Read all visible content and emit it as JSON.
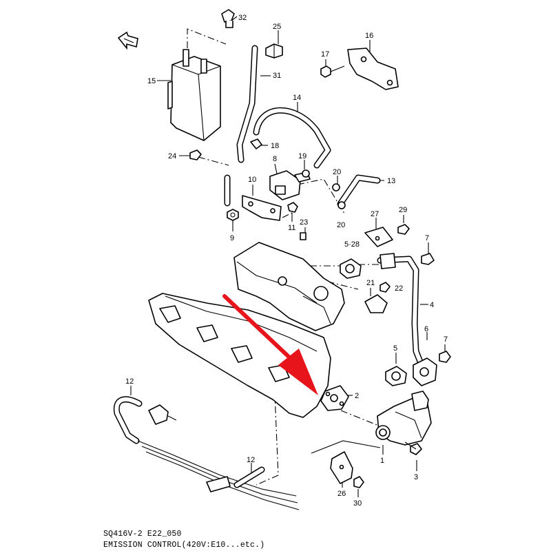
{
  "diagram": {
    "callouts": [
      "32",
      "25",
      "16",
      "17",
      "15",
      "31",
      "14",
      "18",
      "24",
      "8",
      "19",
      "20",
      "13",
      "10",
      "9",
      "11",
      "23",
      "27",
      "29",
      "5·28",
      "7",
      "21",
      "22",
      "4",
      "6",
      "7",
      "5",
      "12",
      "2",
      "1",
      "3",
      "12",
      "26",
      "30",
      "20"
    ]
  },
  "footer": {
    "line1": "SQ416V-2 E22_050",
    "line2": "EMISSION CONTROL(420V:E10...etc.)"
  },
  "colors": {
    "arrow": "#e8141b",
    "ink": "#000000",
    "background": "#ffffff"
  },
  "icons": {
    "direction_marker": "front-arrow-icon"
  }
}
